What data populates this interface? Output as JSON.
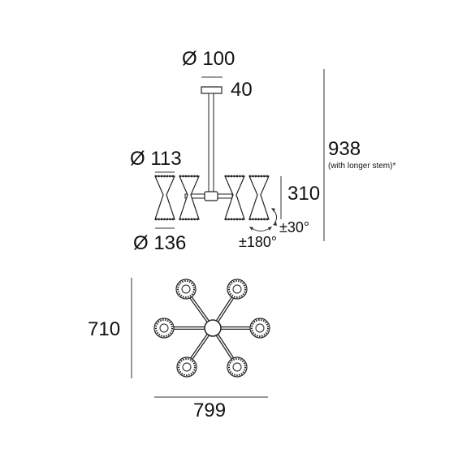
{
  "side_view": {
    "canopy_diameter": "Ø 100",
    "canopy_height": "40",
    "overall_height": "938",
    "overall_height_note": "(with longer stem)*",
    "shade_top_diameter": "Ø 113",
    "shade_bottom_diameter": "Ø 136",
    "shade_height": "310",
    "tilt_angle": "±30°",
    "rotation_angle": "±180°"
  },
  "top_view": {
    "depth": "710",
    "width": "799"
  }
}
